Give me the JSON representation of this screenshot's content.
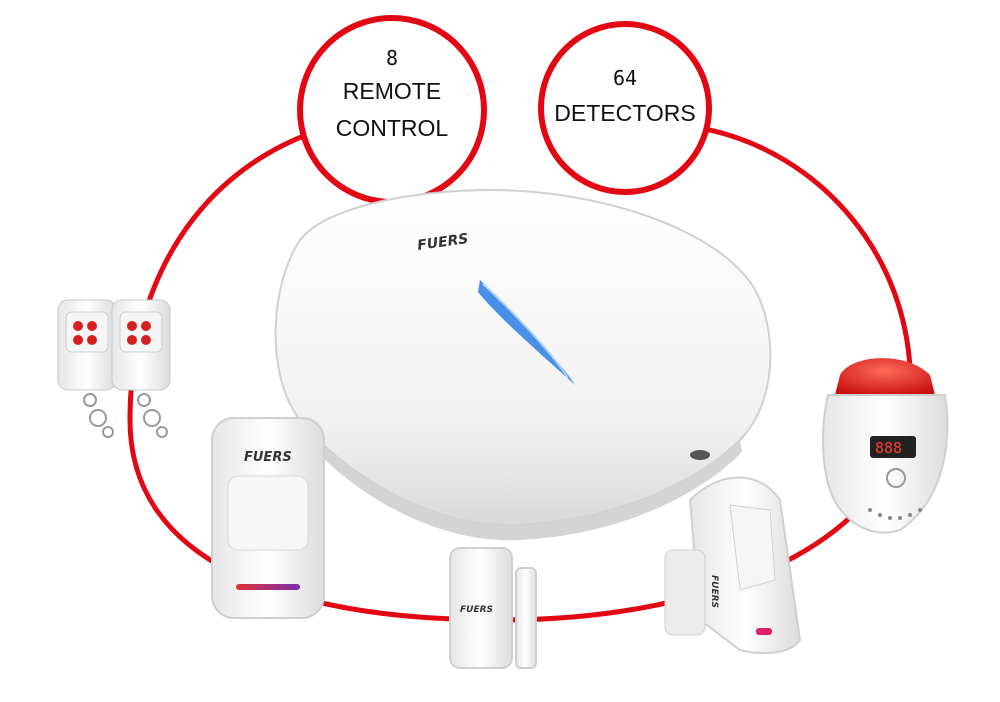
{
  "remote_badge": {
    "number": "8",
    "line1": "REMOTE",
    "line2": "CONTROL"
  },
  "detector_badge": {
    "number": "64",
    "line1": "DETECTORS"
  },
  "brand_marks": {
    "hub": "FUERS",
    "pir": "FUERS",
    "door_sensor": "FUERS",
    "curtain_pir": "FUERS"
  },
  "siren_display": "888",
  "colors": {
    "ring": "#e30613",
    "siren_dome": "#e8201f",
    "led_blue": "#4a8fe6"
  }
}
